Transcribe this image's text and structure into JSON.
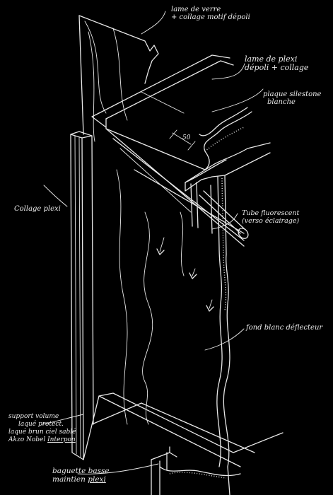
{
  "labels": {
    "lame_de_verre": {
      "line1": "lame de verre",
      "line2": "+ collage motif dépoli"
    },
    "lame_de_plexi": {
      "line1": "lame de plexi",
      "line2": "dépoli + collage"
    },
    "plaque_silestone": {
      "line1": "plaque silestone",
      "line2": "blanche"
    },
    "dimension": "50",
    "collage_plexi": "Collage plexi",
    "tube_fluorescent": {
      "line1": "Tube fluorescent",
      "line2": "(verso éclairage)"
    },
    "fond_blanc": "fond blanc déflecteur",
    "support_volume": {
      "line1": "support volume",
      "line2": "laqué protect.",
      "line3": "laqué brun ciel sablé",
      "line4a": "Akzo Nobel",
      "line4b": "Interpon"
    },
    "baguette": {
      "line1": "baguette basse",
      "line2a": "maintien",
      "line2b": "plexi"
    }
  },
  "colors": {
    "background": "#000000",
    "ink": "#e8e8e8"
  }
}
